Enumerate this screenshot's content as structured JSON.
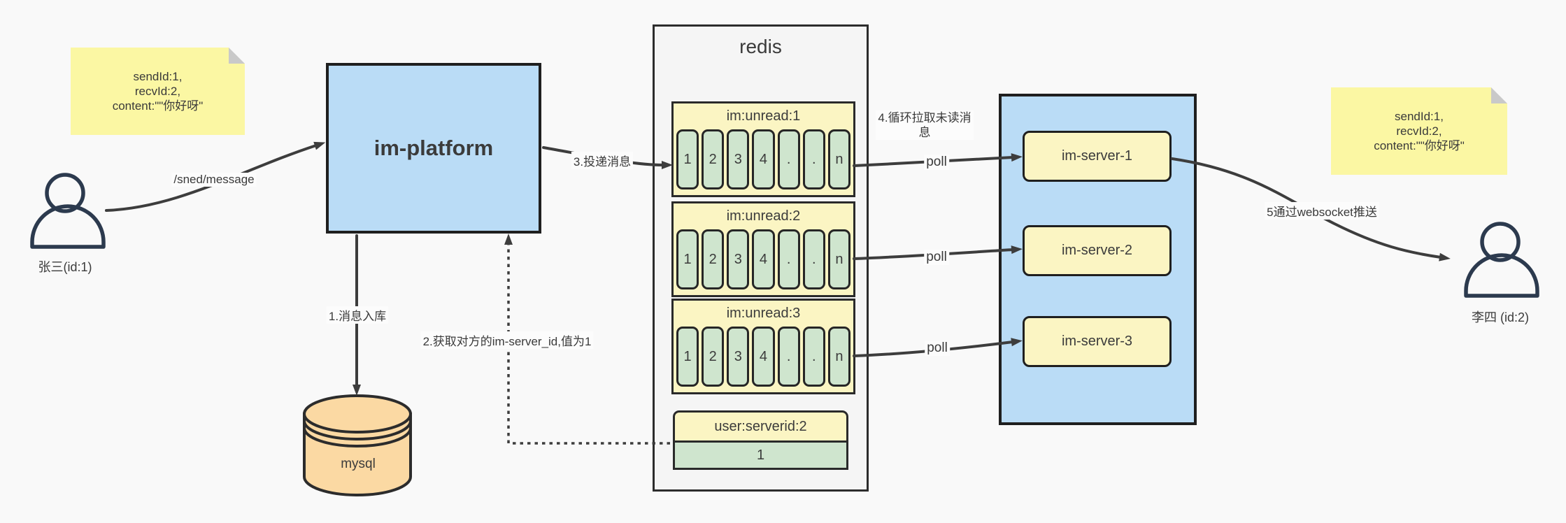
{
  "actors": {
    "sender_label": "张三(id:1)",
    "receiver_label": "李四 (id:2)"
  },
  "notes": {
    "left": [
      "sendId:1,",
      "recvId:2,",
      "content:\"\"你好呀\""
    ],
    "right": [
      "sendId:1,",
      "recvId:2,",
      "content:\"\"你好呀\""
    ]
  },
  "platform": {
    "label": "im-platform"
  },
  "database": {
    "label": "mysql"
  },
  "redis": {
    "title": "redis",
    "queues": [
      {
        "name": "im:unread:1",
        "cells": [
          "1",
          "2",
          "3",
          "4",
          ".",
          ".",
          "n"
        ]
      },
      {
        "name": "im:unread:2",
        "cells": [
          "1",
          "2",
          "3",
          "4",
          ".",
          ".",
          "n"
        ]
      },
      {
        "name": "im:unread:3",
        "cells": [
          "1",
          "2",
          "3",
          "4",
          ".",
          ".",
          "n"
        ]
      }
    ],
    "mapping": {
      "key": "user:serverid:2",
      "value": "1"
    }
  },
  "servers": [
    "im-server-1",
    "im-server-2",
    "im-server-3"
  ],
  "labels": {
    "send_api": "/sned/message",
    "step1": "1.消息入库",
    "step2": "2.获取对方的im-server_id,值为1",
    "step3": "3.投递消息",
    "step4": "4.循环拉取未读消息",
    "step5": "5通过websocket推送",
    "poll": "poll"
  },
  "colors": {
    "note_yellow": "#fbf7a3",
    "pale_yellow": "#fbf5c3",
    "cell_green": "#cfe5ce",
    "box_blue": "#badcf6",
    "db_tan": "#fbd9a3",
    "line": "#3d3d3d"
  }
}
